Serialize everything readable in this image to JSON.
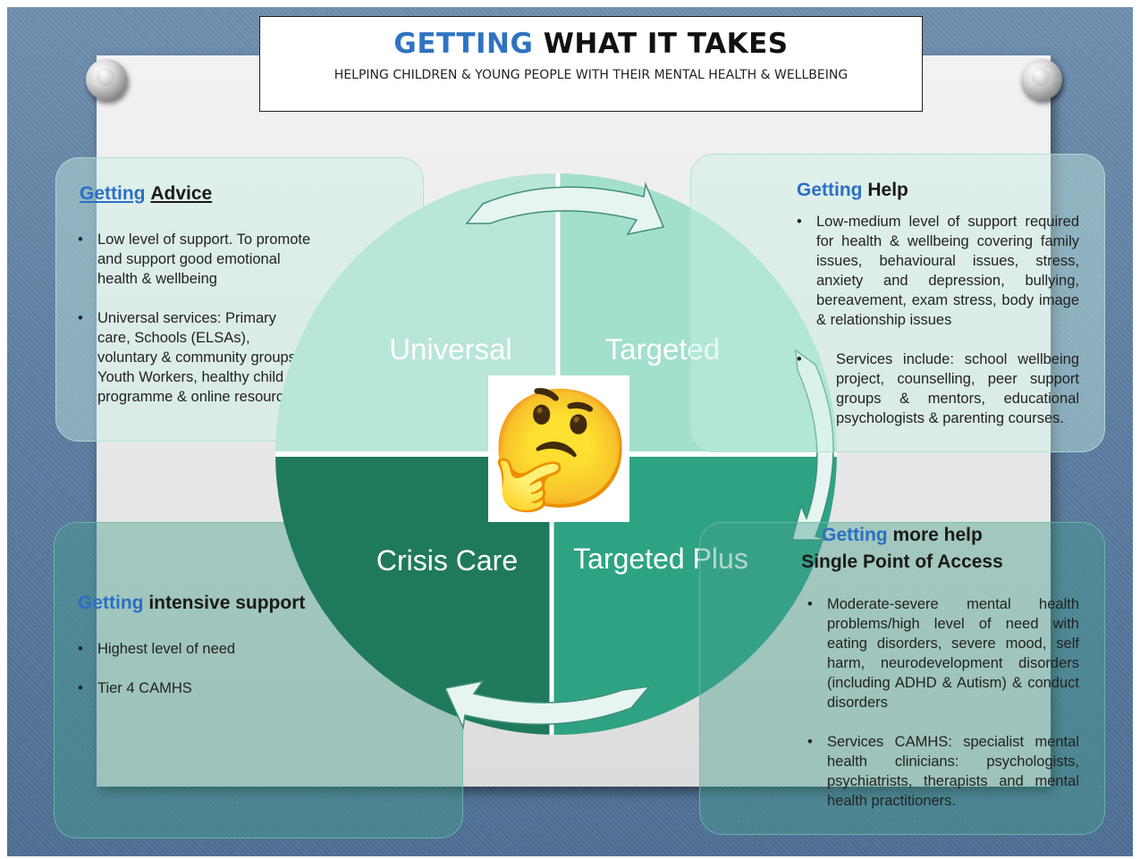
{
  "title": {
    "highlight": "GETTING",
    "rest": "WHAT IT TAKES",
    "subtitle": "HELPING CHILDREN & YOUNG PEOPLE WITH THEIR MENTAL HEALTH & WELLBEING"
  },
  "quadrants": {
    "universal": "Universal",
    "targeted": "Targeted",
    "crisis": "Crisis Care",
    "targeted_plus": "Targeted Plus"
  },
  "center_icon": {
    "name": "thinking-face-icon",
    "glyph": "🤔"
  },
  "panels": {
    "advice": {
      "heading_blue": "Getting",
      "heading_rest": "Advice",
      "bullets": [
        "Low level of support. To promote and support good emotional health & wellbeing",
        "Universal services: Primary care, Schools (ELSAs), voluntary & community groups, Youth Workers, healthy child programme & online resources"
      ]
    },
    "help": {
      "heading_blue": "Getting",
      "heading_rest": "Help",
      "bullets": [
        "Low-medium level of support required for health & wellbeing covering family issues, behavioural issues, stress, anxiety and depression, bullying, bereavement, exam stress, body image & relationship issues",
        "Services include: school wellbeing project, counselling, peer support groups & mentors, educational psychologists & parenting courses."
      ]
    },
    "intensive": {
      "heading_blue": "Getting",
      "heading_rest": "intensive support",
      "bullets": [
        "Highest level of need",
        "Tier 4 CAMHS"
      ]
    },
    "more_help": {
      "heading_blue": "Getting",
      "heading_rest": "more help",
      "heading_line2": "Single Point of Access",
      "bullets": [
        "Moderate-severe mental health problems/high level of need with eating disorders, severe mood, self harm, neurodevelopment disorders (including ADHD & Autism) & conduct disorders",
        "Services CAMHS: specialist mental health clinicians: psychologists, psychiatrists, therapists and mental health practitioners."
      ]
    }
  },
  "colors": {
    "universal": "#b8e6d8",
    "targeted": "#a2dfcc",
    "crisis": "#1f7a5c",
    "targeted_plus": "#2ea383",
    "accent_blue": "#2b6fc4",
    "arrow_fill": "#e6f5f1",
    "arrow_stroke": "#3f8f7a"
  }
}
